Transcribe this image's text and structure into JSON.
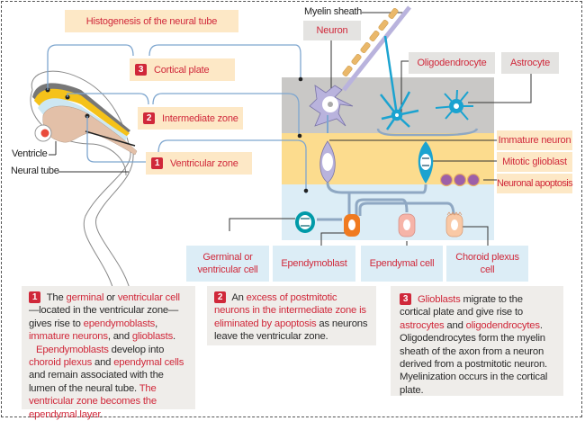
{
  "title": "Histogenesis of the neural tube",
  "zones": [
    {
      "number": "3",
      "label": "Cortical plate"
    },
    {
      "number": "2",
      "label": "Intermediate zone"
    },
    {
      "number": "1",
      "label": "Ventricular zone"
    }
  ],
  "left_labels": {
    "ventricle": "Ventricle",
    "neural_tube": "Neural tube"
  },
  "top_labels": {
    "myelin_sheath": "Myelin sheath",
    "neuron": "Neuron",
    "oligodendrocyte": "Oligodendrocyte",
    "astrocyte": "Astrocyte"
  },
  "right_labels": {
    "immature_neuron": "Immature neuron",
    "mitotic_glioblast": "Mitotic glioblast",
    "neuronal_apoptosis": "Neuronal apoptosis"
  },
  "bottom_labels": {
    "germinal_line1": "Germinal or",
    "germinal_line2": "ventricular cell",
    "ependymoblast": "Ependymoblast",
    "ependymal_cell": "Ependymal cell",
    "choroid_line1": "Choroid plexus",
    "choroid_line2": "cell"
  },
  "notes": {
    "note1": {
      "number": "1",
      "parts": [
        {
          "t": " The ",
          "red": false
        },
        {
          "t": "germinal",
          "red": true
        },
        {
          "t": " or ",
          "red": false
        },
        {
          "t": "ventricular cell",
          "red": true
        },
        {
          "t": "—located in the ventricular zone—gives rise to ",
          "red": false
        },
        {
          "t": "ependymoblasts",
          "red": true
        },
        {
          "t": ", ",
          "red": false
        },
        {
          "t": "immature neurons",
          "red": true
        },
        {
          "t": ", and ",
          "red": false
        },
        {
          "t": "glioblasts",
          "red": true
        },
        {
          "t": ".",
          "red": false
        }
      ],
      "parts2": [
        {
          "t": "Ependymoblasts",
          "red": true
        },
        {
          "t": " develop into ",
          "red": false
        },
        {
          "t": "choroid plexus",
          "red": true
        },
        {
          "t": " and ",
          "red": false
        },
        {
          "t": "ependymal cells",
          "red": true
        },
        {
          "t": " and remain associated with the lumen of the neural tube. ",
          "red": false
        },
        {
          "t": "The ventricular zone becomes the ependymal layer",
          "red": true
        },
        {
          "t": ".",
          "red": false
        }
      ]
    },
    "note2": {
      "number": "2",
      "parts": [
        {
          "t": " An ",
          "red": false
        },
        {
          "t": "excess of postmitotic neurons in the intermediate zone is eliminated by apoptosis",
          "red": true
        },
        {
          "t": " as neurons leave the ventricular zone.",
          "red": false
        }
      ]
    },
    "note3": {
      "number": "3",
      "parts": [
        {
          "t": " ",
          "red": false
        },
        {
          "t": "Glioblasts",
          "red": true
        },
        {
          "t": " migrate to the cortical plate and give rise to ",
          "red": false
        },
        {
          "t": "astrocytes",
          "red": true
        },
        {
          "t": " and ",
          "red": false
        },
        {
          "t": "oligodendrocytes",
          "red": true
        },
        {
          "t": ".  Oligodendrocytes form the myelin sheath of the axon from a neuron derived from a postmitotic neuron.  Myelinization occurs in the cortical plate.",
          "red": false
        }
      ]
    }
  },
  "colors": {
    "accent_red": "#d0283a",
    "cortical_band": "#c9c8c6",
    "intermediate_band": "#fcdc8e",
    "ventricular_band": "#dcedf6",
    "glial_blue": "#1ba3d0",
    "neuron_lilac": "#b9b3dd"
  }
}
